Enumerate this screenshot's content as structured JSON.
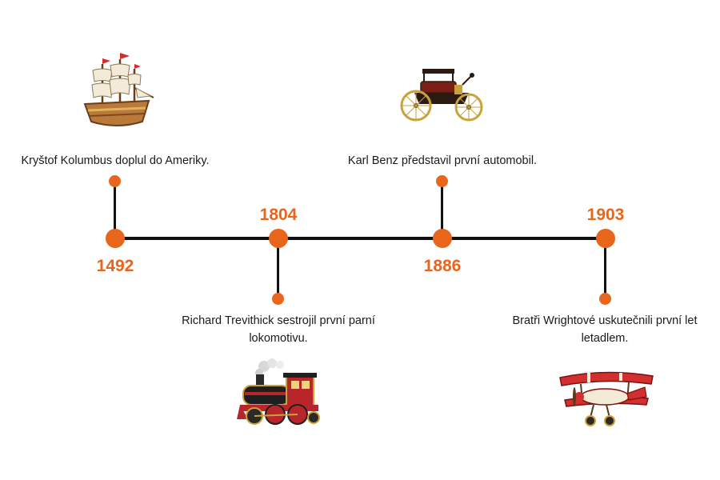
{
  "colors": {
    "accent": "#e8651c",
    "line": "#111111",
    "text": "#1a1a1a"
  },
  "events": [
    {
      "year": "1492",
      "caption": "Kryštof Kolumbus doplul do Ameriky.",
      "icon": "sailing-ship-icon"
    },
    {
      "year": "1804",
      "caption_line1": "Richard Trevithick sestrojil první parní",
      "caption_line2": "lokomotivu.",
      "icon": "steam-locomotive-icon"
    },
    {
      "year": "1886",
      "caption": "Karl Benz představil první automobil.",
      "icon": "motor-car-icon"
    },
    {
      "year": "1903",
      "caption_line1": "Bratři Wrightové uskutečnili první let",
      "caption_line2": "letadlem.",
      "icon": "biplane-icon"
    }
  ]
}
